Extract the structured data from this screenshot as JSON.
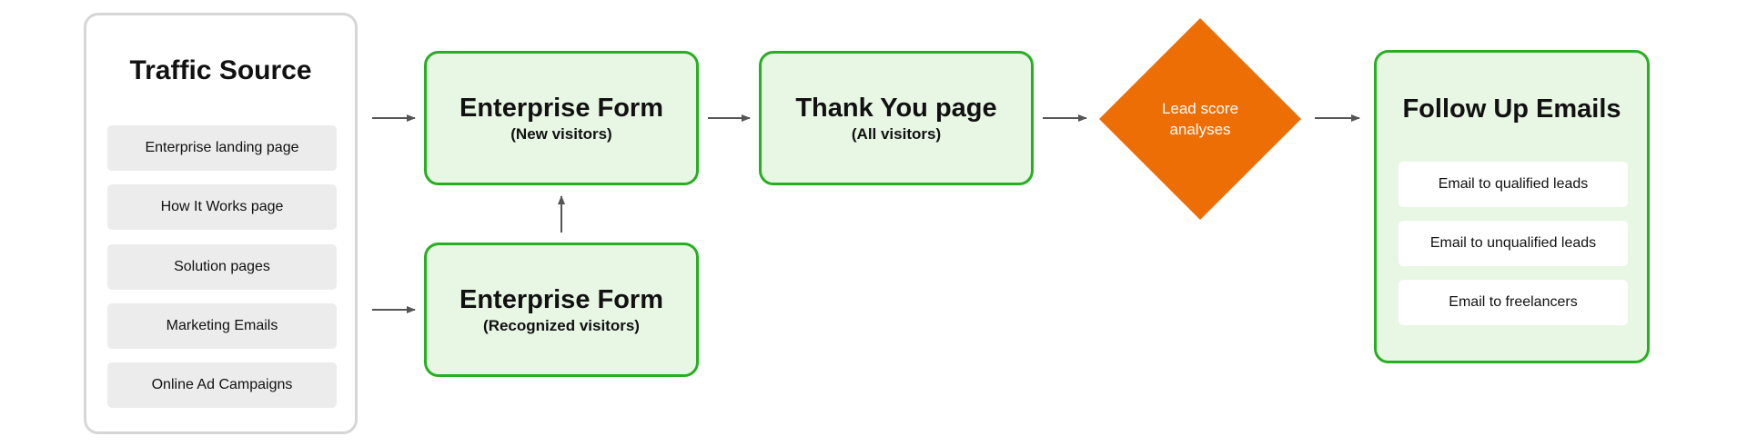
{
  "traffic_source": {
    "title": "Traffic Source",
    "items": [
      "Enterprise landing page",
      "How It Works page",
      "Solution pages",
      "Marketing Emails",
      "Online Ad Campaigns"
    ]
  },
  "enterprise_form_new": {
    "title": "Enterprise Form",
    "subtitle": "(New visitors)"
  },
  "enterprise_form_recognized": {
    "title": "Enterprise Form",
    "subtitle": "(Recognized visitors)"
  },
  "thank_you": {
    "title": "Thank You page",
    "subtitle": "(All visitors)"
  },
  "decision": {
    "line1": "Lead score",
    "line2": "analyses"
  },
  "follow_up": {
    "title": "Follow Up Emails",
    "items": [
      "Email to qualified leads",
      "Email to unqualified leads",
      "Email to freelancers"
    ]
  },
  "colors": {
    "green_border": "#25b01f",
    "green_fill": "#e8f6e4",
    "decision_fill": "#ee6e06",
    "arrow": "#555555",
    "source_border": "#d6d6d6",
    "source_item_fill": "#ececec"
  }
}
